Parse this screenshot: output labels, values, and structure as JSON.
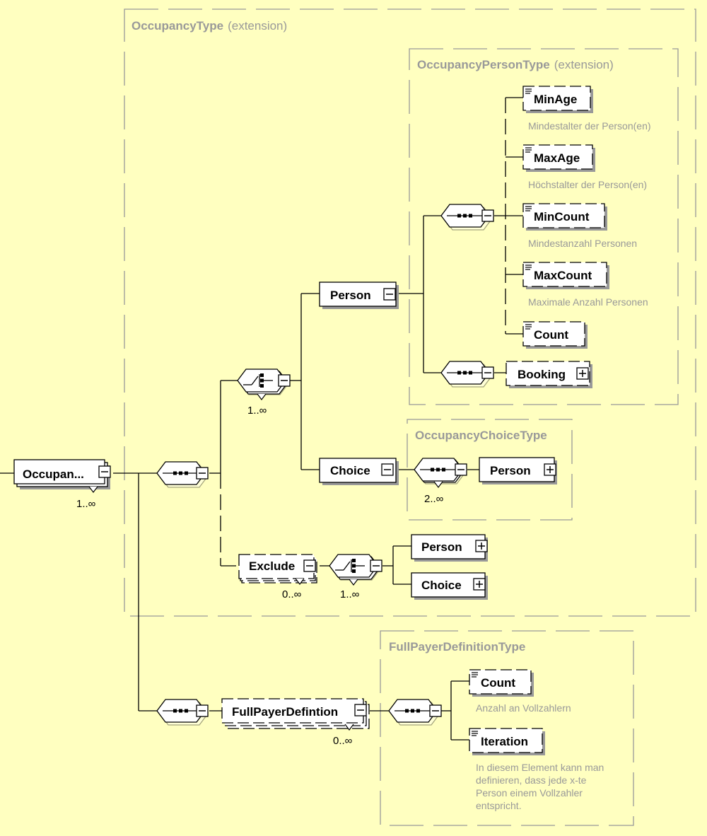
{
  "types": {
    "occupancy_type": {
      "name": "OccupancyType",
      "qualifier": "(extension)"
    },
    "occupancy_person_type": {
      "name": "OccupancyPersonType",
      "qualifier": "(extension)"
    },
    "occupancy_choice_type": {
      "name": "OccupancyChoiceType"
    },
    "full_payer_definition_type": {
      "name": "FullPayerDefinitionType"
    }
  },
  "elements": {
    "root": {
      "label": "Occupan...",
      "occurrence": "1..∞"
    },
    "person": {
      "label": "Person"
    },
    "choice": {
      "label": "Choice"
    },
    "exclude": {
      "label": "Exclude",
      "occurrence": "0..∞"
    },
    "full_payer": {
      "label": "FullPayerDefintion",
      "occurrence": "0..∞"
    },
    "min_age": {
      "label": "MinAge",
      "doc": "Mindestalter der Person(en)"
    },
    "max_age": {
      "label": "MaxAge",
      "doc": "Höchstalter der Person(en)"
    },
    "min_count": {
      "label": "MinCount",
      "doc": "Mindestanzahl Personen"
    },
    "max_count": {
      "label": "MaxCount",
      "doc": "Maximale Anzahl Personen"
    },
    "count": {
      "label": "Count"
    },
    "booking": {
      "label": "Booking"
    },
    "choice_person": {
      "label": "Person"
    },
    "exclude_person": {
      "label": "Person"
    },
    "exclude_choice": {
      "label": "Choice"
    },
    "fp_count": {
      "label": "Count",
      "doc": "Anzahl an Vollzahlern"
    },
    "fp_iteration": {
      "label": "Iteration",
      "doc_lines": [
        "In diesem Element kann man",
        "definieren, dass jede x-te",
        "Person einem Vollzahler",
        "entspricht."
      ]
    }
  },
  "compositors": {
    "choice_main": {
      "occurrence": "1..∞"
    },
    "choice_seq": {
      "occurrence": "2..∞"
    },
    "exclude_choice": {
      "occurrence": "1..∞"
    }
  }
}
